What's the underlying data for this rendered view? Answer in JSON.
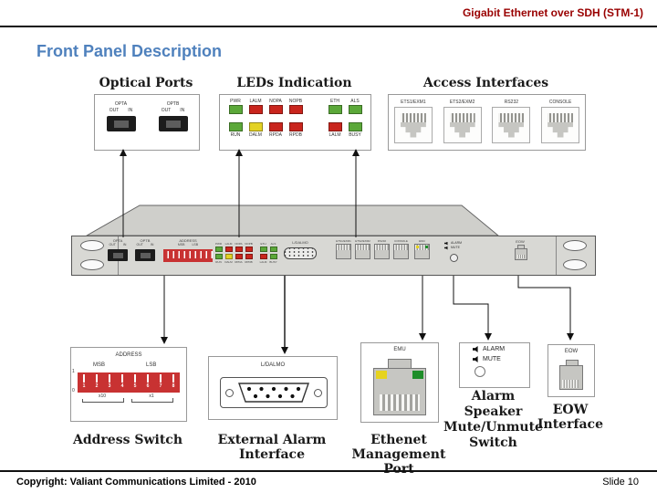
{
  "header": {
    "title": "Gigabit Ethernet over SDH (STM-1)"
  },
  "page": {
    "title": "Front Panel Description"
  },
  "footer": {
    "copyright": "Copyright: Valiant Communications Limited - 2010",
    "slide": "Slide 10"
  },
  "colors": {
    "title_maroon": "#990000",
    "accent_blue": "#4F81BD",
    "led_green": "#5BA839",
    "led_red": "#C9251D",
    "led_yellow": "#E3D224",
    "emu_yellow": "#E6D31F",
    "emu_green": "#1E8E2A",
    "dip_red": "#C83232"
  },
  "optical": {
    "heading": "Optical Ports",
    "ports": [
      {
        "name": "OPTA",
        "out": "OUT",
        "in": "IN"
      },
      {
        "name": "OPTB",
        "out": "OUT",
        "in": "IN"
      }
    ]
  },
  "leds": {
    "heading": "LEDs Indication",
    "left_columns": [
      {
        "top_label": "PWR",
        "top_color": "led_green",
        "bottom_color": "led_green",
        "bottom_label": "RUN"
      },
      {
        "top_label": "LALM",
        "top_color": "led_red",
        "bottom_color": "led_yellow",
        "bottom_label": "DALM"
      },
      {
        "top_label": "NOPA",
        "top_color": "led_red",
        "bottom_color": "led_red",
        "bottom_label": "RPDA"
      },
      {
        "top_label": "NOPB",
        "top_color": "led_red",
        "bottom_color": "led_red",
        "bottom_label": "RPDB"
      }
    ],
    "right_columns": [
      {
        "top_label": "ETH",
        "top_color": "led_green",
        "bottom_color": "led_red",
        "bottom_label": "LALM"
      },
      {
        "top_label": "ALS",
        "top_color": "led_green",
        "bottom_color": "led_green",
        "bottom_label": "BUSY"
      }
    ]
  },
  "access": {
    "heading": "Access Interfaces",
    "ports": [
      "ETS1/EXM1",
      "ETS2/EXM2",
      "RS232",
      "CONSOLE"
    ]
  },
  "device": {
    "address": "ADDRESS",
    "msb": "MSB",
    "lsb": "LSB",
    "ldalmo": "L/DALMO",
    "emu": "EMU",
    "alarm": "ALARM",
    "mute": "MUTE",
    "eow": "EOW"
  },
  "address_switch": {
    "label": "ADDRESS",
    "msb": "MSB",
    "lsb": "LSB",
    "numbers": [
      "1",
      "2",
      "3",
      "4",
      "5",
      "6",
      "7",
      "8"
    ],
    "on": "1",
    "off": "0",
    "x10": "x10",
    "x1": "x1",
    "caption": "Address Switch"
  },
  "external_alarm": {
    "label": "L/DALMO",
    "caption_line1": "External Alarm",
    "caption_line2": "Interface"
  },
  "emu": {
    "label": "EMU",
    "caption_line1": "Ethenet",
    "caption_line2": "Management Port"
  },
  "alarm_switch": {
    "alarm": "ALARM",
    "mute": "MUTE",
    "caption_lines": [
      "Alarm",
      "Speaker",
      "Mute/Unmute",
      "Switch"
    ]
  },
  "eow": {
    "label": "EOW",
    "caption_line1": "EOW",
    "caption_line2": "Interface"
  }
}
